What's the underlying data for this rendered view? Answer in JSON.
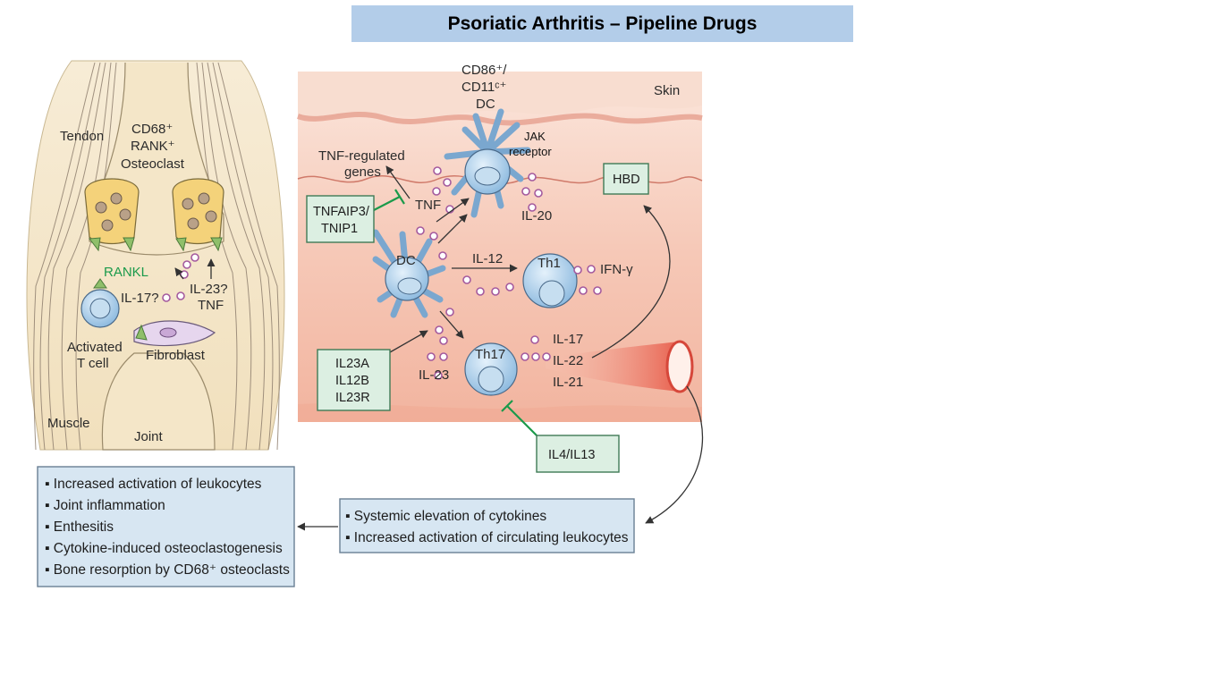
{
  "title": "Psoriatic Arthritis – Pipeline Drugs",
  "joint_panel": {
    "tendon": "Tendon",
    "osteoclast_line1": "CD68⁺",
    "osteoclast_line2": "RANK⁺",
    "osteoclast_line3": "Osteoclast",
    "rankl": "RANKL",
    "il17": "IL-17?",
    "il23": "IL-23?",
    "tnf": "TNF",
    "activated_line1": "Activated",
    "activated_line2": "T cell",
    "fibroblast": "Fibroblast",
    "muscle": "Muscle",
    "joint": "Joint"
  },
  "skin_panel": {
    "dc_top_line1": "CD86⁺/",
    "dc_top_line2": "CD11ᶜ⁺",
    "dc_top_line3": "DC",
    "skin": "Skin",
    "jak_line1": "JAK",
    "jak_line2": "receptor",
    "tnf_genes_line1": "TNF-regulated",
    "tnf_genes_line2": "genes",
    "tnf": "TNF",
    "il20": "IL-20",
    "hbd": "HBD",
    "tnfaip3_line1": "TNFAIP3/",
    "tnfaip3_line2": "TNIP1",
    "dc": "DC",
    "il12": "IL-12",
    "th1": "Th1",
    "ifn": "IFN-γ",
    "th17": "Th17",
    "il23": "IL-23",
    "il17": "IL-17",
    "il22": "IL-22",
    "il21": "IL-21",
    "il23a_line1": "IL23A",
    "il23a_line2": "IL12B",
    "il23a_line3": "IL23R",
    "il4_il13": "IL4/IL13"
  },
  "left_box_items": [
    "Increased activation of leukocytes",
    "Joint inflammation",
    "Enthesitis",
    "Cytokine-induced osteoclastogenesis",
    "Bone resorption by CD68⁺ osteoclasts"
  ],
  "right_box_items": [
    "Systemic elevation of cytokines",
    "Increased activation of circulating leukocytes"
  ],
  "colors": {
    "title_bg": "#b3cde9",
    "skin_pink": "#f6c2b2",
    "joint_beige": "#f3e3c2",
    "green_box": "#dcefe2",
    "green_border": "#3f7a56",
    "inhibit_green": "#1b9a4b",
    "cell_blue": "#9cc6e6",
    "cytokine_purple": "#a45a9e",
    "list_box_blue": "#d7e6f2"
  }
}
